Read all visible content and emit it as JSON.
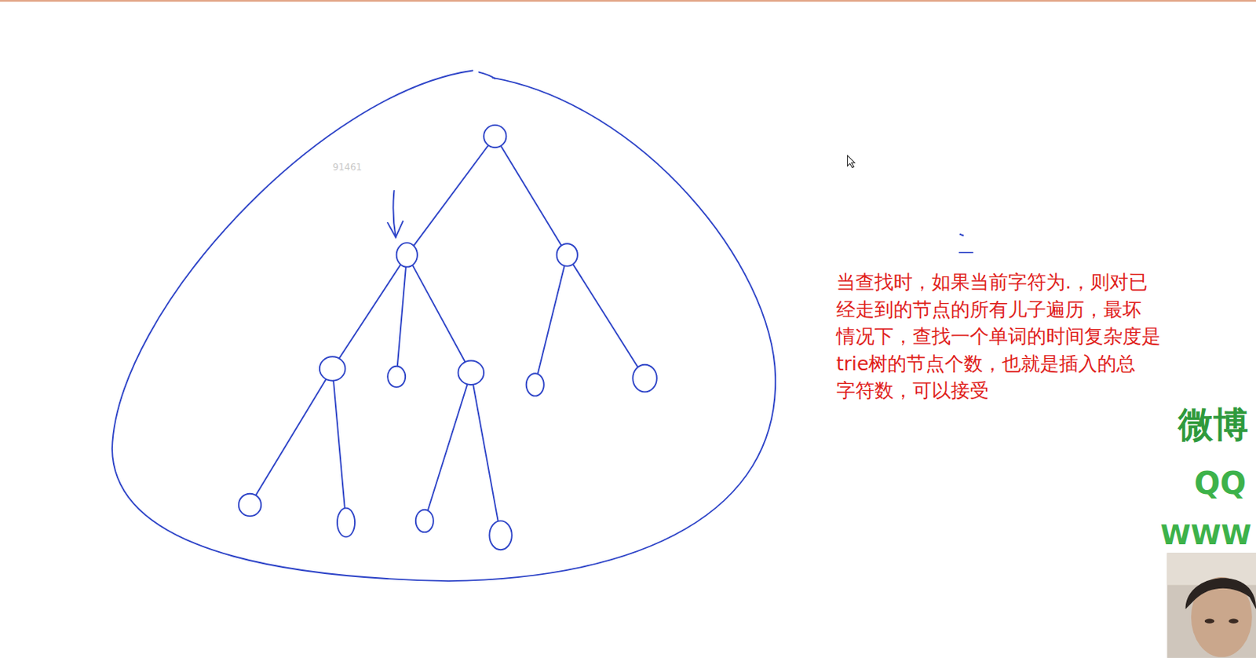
{
  "diagram": {
    "labels": [
      "91461",
      "当查找时，如果当前字符为.，则对已 经走到的节点的所有儿子遍历，最坏 情况下，查找一个单词的时间复杂度是 trie树的节点个数，也就是插入的总 字符数，可以接受",
      "微博",
      "QQ",
      "WWW"
    ]
  }
}
